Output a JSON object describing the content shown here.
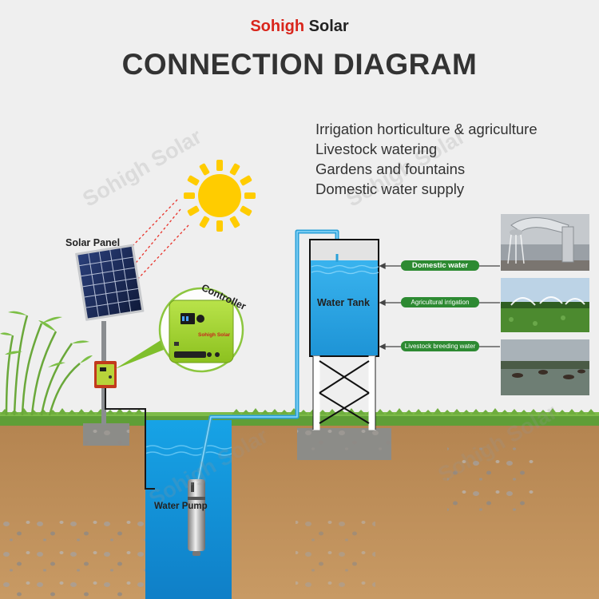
{
  "brand": {
    "name_red": "Sohigh",
    "name_dark": "Solar"
  },
  "title": "CONNECTION DIAGRAM",
  "applications": [
    "Irrigation horticulture & agriculture",
    "Livestock watering",
    "Gardens and fountains",
    "Domestic water supply"
  ],
  "labels": {
    "solar_panel": "Solar Panel",
    "controller": "Controller",
    "water_tank": "Water Tank",
    "water_pump": "Water Pump"
  },
  "uses": {
    "domestic": "Domestic water",
    "agricultural": "Agricultural irrigation",
    "livestock": "Livestock breeding water"
  },
  "controller_brand": "Sohigh Solar",
  "watermark": "Sohigh Solar",
  "colors": {
    "sun": "#ffcc00",
    "water": "#1e9ee0",
    "tag_green": "#2d8a32",
    "brand_red": "#d9261c",
    "soil": "#c2905a",
    "grass": "#5f9e37"
  }
}
